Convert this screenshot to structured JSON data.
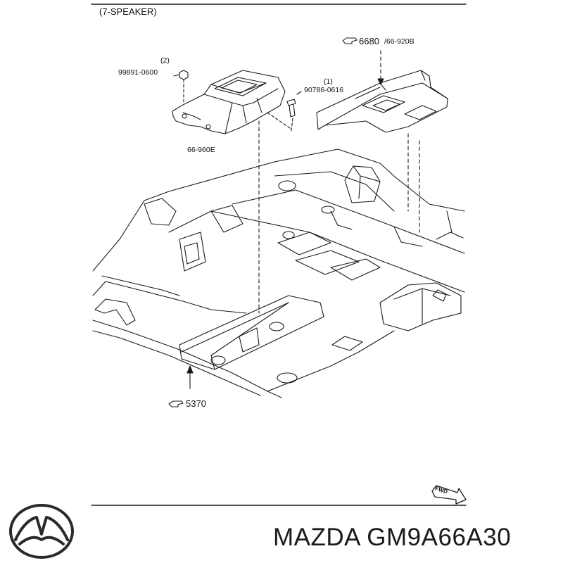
{
  "header": {
    "title": "(7-SPEAKER)"
  },
  "callouts": {
    "ref_6680": "6680",
    "ref_66920b": "/66-920B",
    "ref_5370": "5370",
    "qty_2": "(2)",
    "part_99891": "99891-0600",
    "qty_1": "(1)",
    "part_90786": "90786-0616",
    "part_66960e": "66-960E",
    "fwd": "FWD"
  },
  "footer": {
    "brand_part": "MAZDA GM9A66A30"
  },
  "icons": [
    "pointing-hand-icon",
    "fwd-arrow-icon",
    "mazda-logo-icon"
  ],
  "colors": {
    "ink": "#1a1a1a",
    "background": "#ffffff"
  }
}
